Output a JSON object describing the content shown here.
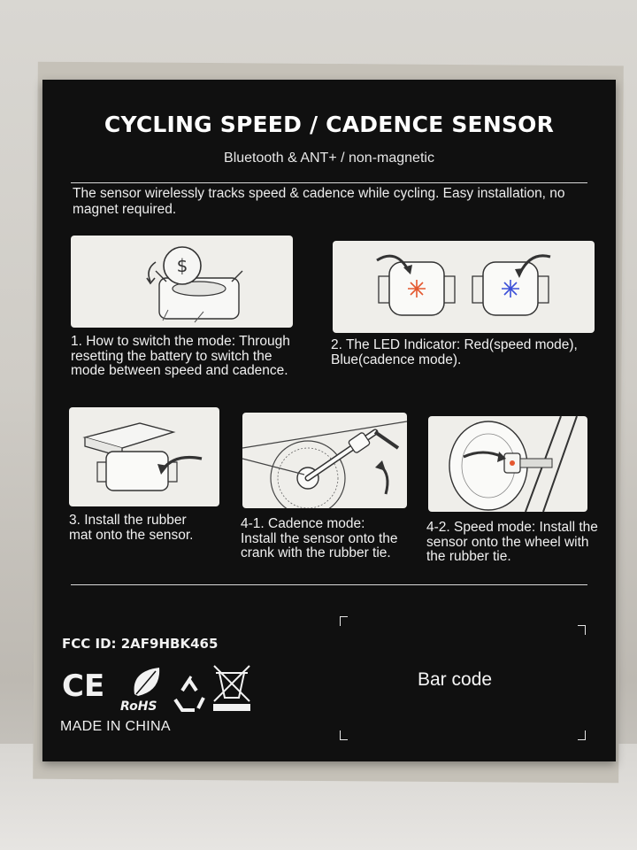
{
  "box": {
    "title": "CYCLING SPEED / CADENCE SENSOR",
    "subtitle": "Bluetooth & ANT+  / non-magnetic",
    "intro": "The sensor wirelessly tracks speed & cadence while cycling. Easy installation, no magnet required.",
    "steps": [
      {
        "caption": "1. How to switch the mode: Through resetting the battery to switch the mode between speed and cadence.",
        "icon": "coin-battery-icon"
      },
      {
        "caption": "2. The LED Indicator: Red(speed mode), Blue(cadence mode).",
        "icon": "led-indicator-icon"
      },
      {
        "caption": "3. Install the rubber mat onto the sensor.",
        "icon": "rubber-mat-icon"
      },
      {
        "caption": "4-1. Cadence mode: Install the sensor onto the crank with the rubber tie.",
        "icon": "crank-mount-icon"
      },
      {
        "caption": "4-2. Speed mode: Install the sensor onto the wheel with the rubber tie.",
        "icon": "wheel-hub-mount-icon"
      }
    ],
    "fcc_id": "FCC  ID: 2AF9HBK465",
    "ce_mark": "CE",
    "rohs_mark": "RoHS",
    "made_in": "MADE IN CHINA",
    "barcode_label": "Bar code",
    "led_colors": {
      "speed": "#e4572e",
      "cadence": "#3b4fd8"
    }
  }
}
